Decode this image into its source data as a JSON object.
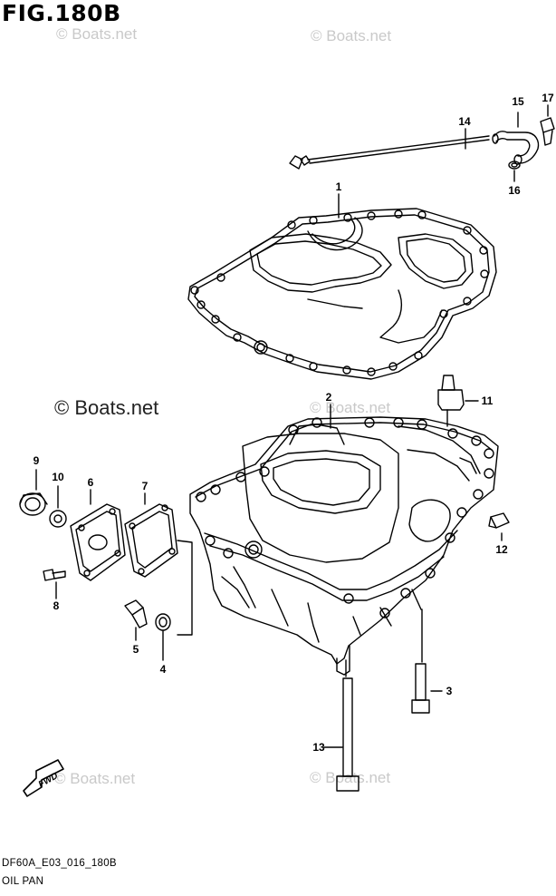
{
  "figure": {
    "title": "FIG.180B",
    "code": "DF60A_E03_016_180B",
    "name": "OIL PAN"
  },
  "watermarks": {
    "faint": "© Boats.net",
    "bold": "© Boats.net"
  },
  "fwd_arrow": {
    "label": "FWD"
  },
  "callouts": [
    "1",
    "2",
    "3",
    "4",
    "5",
    "6",
    "7",
    "8",
    "9",
    "10",
    "11",
    "12",
    "13",
    "14",
    "15",
    "16",
    "17"
  ]
}
